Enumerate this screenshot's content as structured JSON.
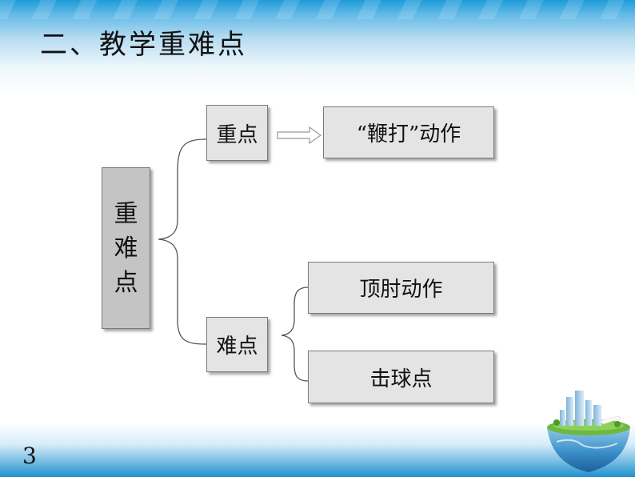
{
  "slide": {
    "title": "二、教学重难点",
    "page_number": "3"
  },
  "diagram": {
    "root": [
      "重",
      "难",
      "点"
    ],
    "branches": [
      {
        "label": "重点",
        "children": [
          "“鞭打”动作"
        ]
      },
      {
        "label": "难点",
        "children": [
          "顶肘动作",
          "击球点"
        ]
      }
    ]
  },
  "colors": {
    "box_fill": "#e4e4e4",
    "root_fill": "#c4c4c4",
    "band_blue": "#1e9bd9"
  },
  "icons": {
    "arrow": "hollow-right-arrow-icon",
    "logo": "globe-city-logo"
  }
}
